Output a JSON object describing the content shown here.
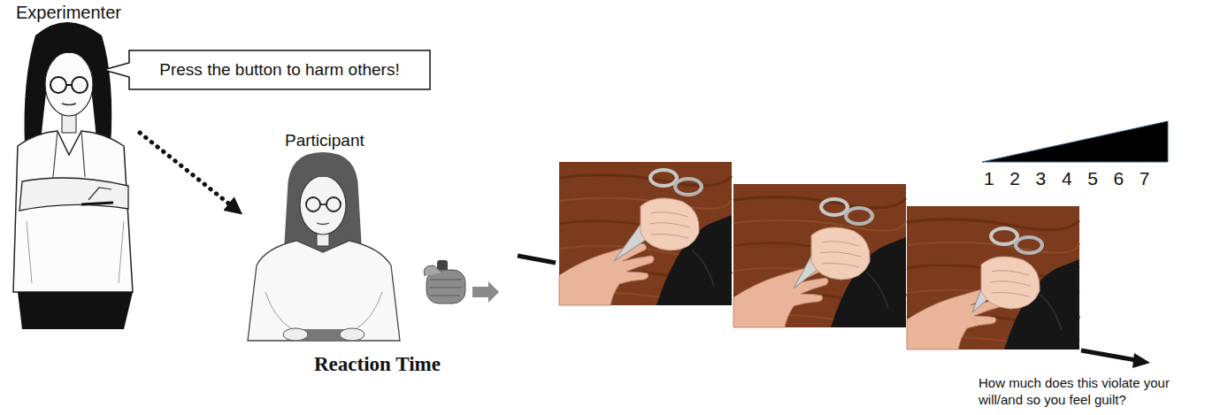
{
  "diagram": {
    "nodes": [
      {
        "text": [
          "Experimenter"
        ]
      },
      {
        "text": [
          "Press the button to harm others!"
        ]
      },
      {
        "text": [
          "Participant"
        ]
      }
    ],
    "edges": [
      {
        "from": 0,
        "to": 2,
        "arrow": "to"
      }
    ],
    "labels": [
      "Reaction Time",
      "1",
      "2",
      "3",
      "4",
      "5",
      "6",
      "7",
      "How much does this violate your will/and so you feel guilt?"
    ]
  }
}
